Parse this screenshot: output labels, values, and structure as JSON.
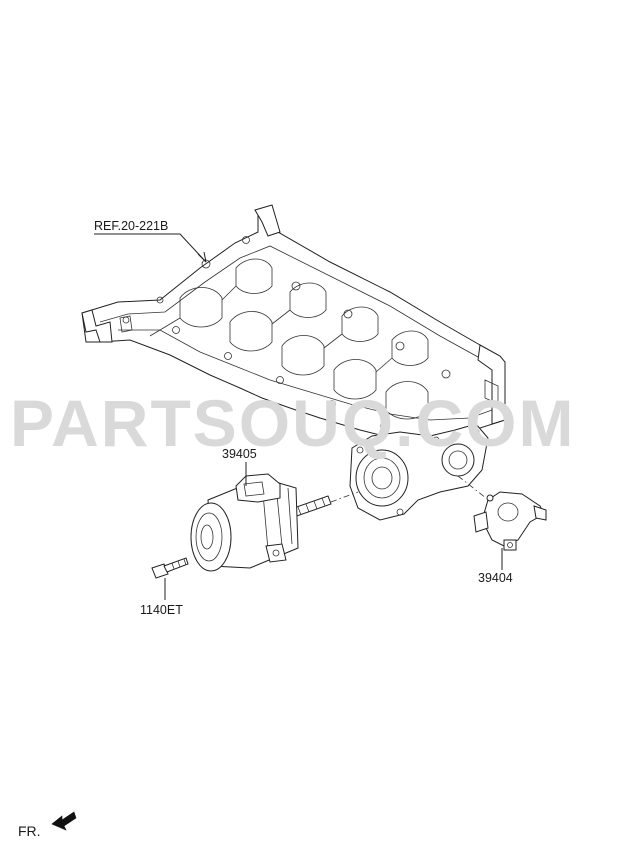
{
  "watermark": "PARTSOUQ.COM",
  "labels": {
    "ref": "REF.20-221B",
    "motor": "39405",
    "sensor": "39404",
    "bolt": "1140ET",
    "front": "FR."
  },
  "colors": {
    "line": "#222222",
    "watermark": "#d9d9d9",
    "background": "#ffffff"
  },
  "icons": {
    "front_arrow": "front-direction-arrow-icon"
  }
}
